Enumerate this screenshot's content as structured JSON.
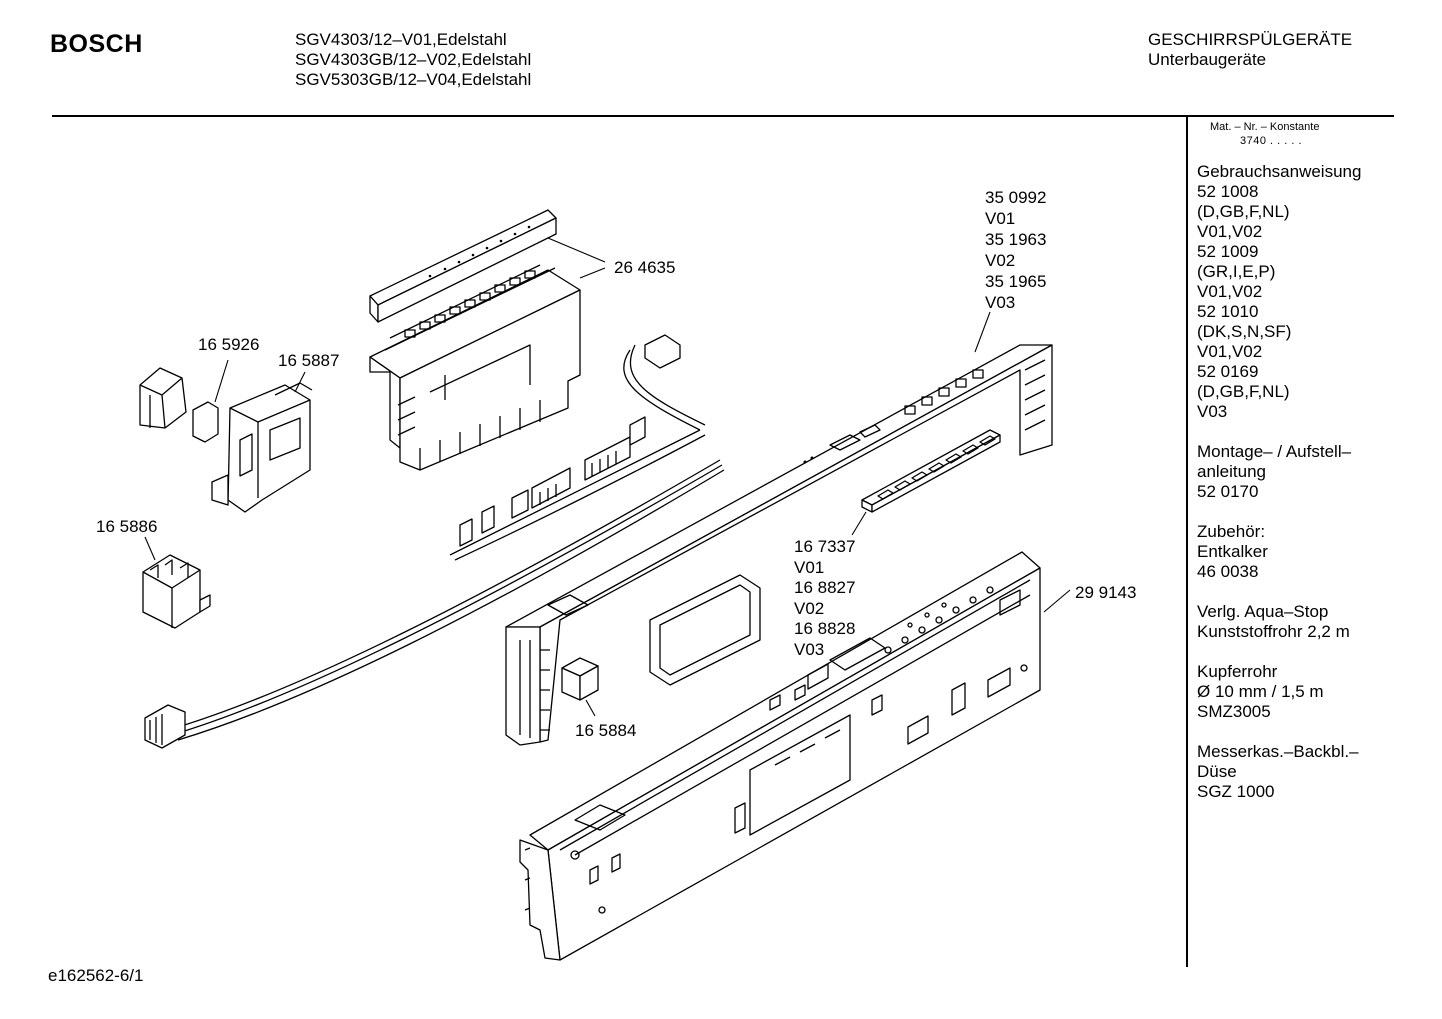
{
  "header": {
    "brand": "BOSCH",
    "models": [
      "SGV4303/12–V01,Edelstahl",
      "SGV4303GB/12–V02,Edelstahl",
      "SGV5303GB/12–V04,Edelstahl"
    ],
    "category": [
      "GESCHIRRSPÜLGERÄTE",
      "Unterbaugeräte"
    ]
  },
  "sidebar": {
    "mat_label": "Mat. – Nr. – Konstante",
    "mat_value": "3740  .  .  .  .  .",
    "blocks": [
      [
        "Gebrauchsanweisung",
        "52 1008",
        "(D,GB,F,NL)",
        "V01,V02",
        "52 1009",
        "(GR,I,E,P)",
        "V01,V02",
        "52 1010",
        "(DK,S,N,SF)",
        "V01,V02",
        "52 0169",
        "(D,GB,F,NL)",
        "V03"
      ],
      [
        "Montage– / Aufstell–",
        "anleitung",
        "52 0170"
      ],
      [
        "Zubehör:",
        "Entkalker",
        "46 0038"
      ],
      [
        "Verlg. Aqua–Stop",
        "Kunststoffrohr 2,2 m"
      ],
      [
        "Kupferrohr",
        "Ø 10 mm / 1,5 m",
        "SMZ3005"
      ],
      [
        "Messerkas.–Backbl.–",
        "Düse",
        "SGZ 1000"
      ]
    ]
  },
  "parts": {
    "p264635": "26 4635",
    "p165926": "16 5926",
    "p165887": "16 5887",
    "p165886": "16 5886",
    "p165884": "16 5884",
    "p299143": "29 9143",
    "variants_top": [
      "35 0992",
      "V01",
      "35 1963",
      "V02",
      "35 1965",
      "V03"
    ],
    "variants_mid": [
      "16 7337",
      "V01",
      "16 8827",
      "V02",
      "16 8828",
      "V03"
    ]
  },
  "footer": {
    "code": "e162562-6/1"
  }
}
